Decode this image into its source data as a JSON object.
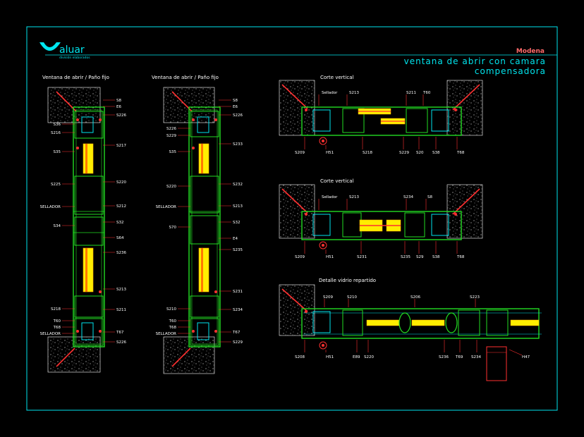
{
  "logo": {
    "text": "aluar",
    "subtitle": "división elaborados"
  },
  "title": {
    "main": "Modena",
    "line1": "ventana de abrir con camara",
    "line2": "compensadora"
  },
  "sections": {
    "col1": "Ventana de abrir / Paño fijo",
    "col2": "Ventana de abrir / Paño fijo",
    "top": "Corte vertical",
    "mid": "Corte vertical",
    "bot": "Detalle vidrio repartido"
  },
  "labels": {
    "c1": {
      "s8": "S8",
      "e6": "E6",
      "s226a": "S226",
      "s36": "S36",
      "s216": "S216",
      "s35a": "S35",
      "s217": "S217",
      "s225": "S225",
      "s220": "S220",
      "sellador": "SELLADOR",
      "s212": "S212",
      "s34": "S34",
      "s32": "S32",
      "s64": "S64",
      "s236": "S236",
      "s213": "S213",
      "s218": "S218",
      "s211": "S211",
      "t60": "T60",
      "t68": "T68",
      "t67": "T67",
      "sellador2": "SELLADOR",
      "s226b": "S226"
    },
    "c2": {
      "s8": "S8",
      "e6": "E6",
      "s226a": "S226",
      "s226b": "S226",
      "s35": "S35",
      "s233": "S233",
      "s220": "S220",
      "s232": "S232",
      "sellador": "SELLADOR",
      "s213": "S213",
      "s70": "S70",
      "s32": "S32",
      "e4": "E4",
      "s235": "S235",
      "s231": "S231",
      "s210": "S210",
      "s234": "S234",
      "t60": "T60",
      "t68": "T68",
      "t67": "T67",
      "sellador2": "SELLADOR",
      "s229": "S229"
    },
    "top": {
      "sellador": "Sellador",
      "s213": "S213",
      "s211": "S211",
      "t60": "T60",
      "s209": "S209",
      "h51": "H51",
      "s218": "S218",
      "s229": "S229",
      "s20": "S20",
      "s38": "S38",
      "t68": "T68"
    },
    "mid": {
      "sellador": "Sellador",
      "s213": "S213",
      "s234": "S234",
      "s8": "S8",
      "s209": "S209",
      "h51": "H51",
      "s231": "S231",
      "s235": "S235",
      "s29": "S29",
      "s38": "S38",
      "t68": "T68"
    },
    "bot": {
      "s209": "S209",
      "s210": "S210",
      "s206": "S206",
      "s223": "S223",
      "s208": "S208",
      "h51": "H51",
      "e89": "E89",
      "s220": "S220",
      "s236": "S236",
      "t69": "T69",
      "s234": "S234",
      "h47": "H47"
    }
  }
}
